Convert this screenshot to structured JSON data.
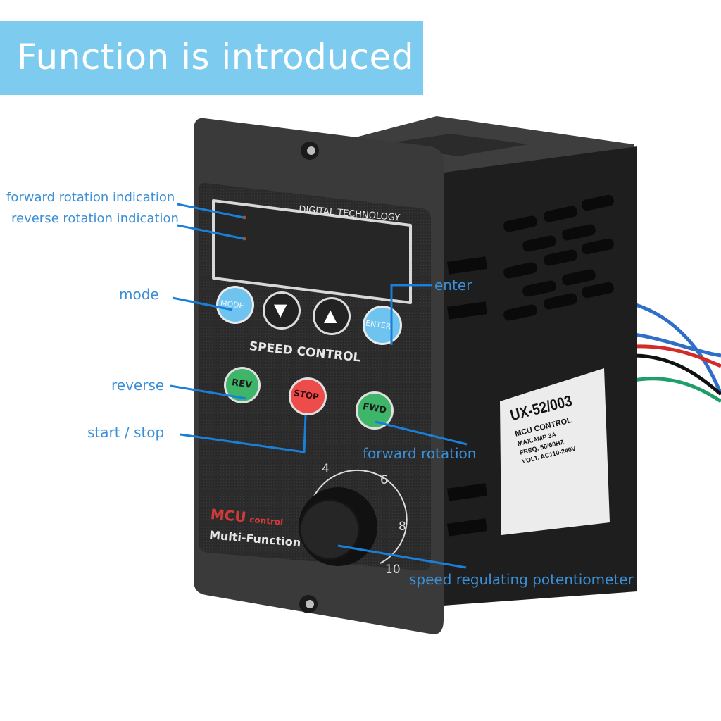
{
  "banner": {
    "title": "Function is introduced",
    "background": "#7ecbf0"
  },
  "device": {
    "panel_header": "DIGITAL TECHNOLOGY",
    "section_label": "SPEED CONTROL",
    "brand_line1": "MCU",
    "brand_line1_suffix": "control",
    "brand_line2": "Multi-Function",
    "buttons": [
      {
        "id": "mode",
        "label": "MODE",
        "color": "#6ec3ef"
      },
      {
        "id": "down",
        "label": "▼",
        "color": "#222222"
      },
      {
        "id": "up",
        "label": "▲",
        "color": "#222222"
      },
      {
        "id": "enter",
        "label": "ENTER",
        "color": "#6ec3ef"
      },
      {
        "id": "rev",
        "label": "REV",
        "color": "#3fb56a"
      },
      {
        "id": "stop",
        "label": "STOP",
        "color": "#ee4b4b"
      },
      {
        "id": "fwd",
        "label": "FWD",
        "color": "#3fb56a"
      }
    ],
    "dial_ticks": [
      "4",
      "6",
      "8",
      "10"
    ],
    "spec_label": {
      "model": "UX-52/003",
      "lines": [
        "MCU CONTROL",
        "MAX.AMP 3A",
        "FREQ. 50/60HZ",
        "VOLT. AC110-240V"
      ]
    },
    "wire_colors": [
      "#2f6fc8",
      "#2f6fc8",
      "#d42a2a",
      "#111111",
      "#1f9e6a"
    ]
  },
  "annotations": {
    "forward_rotation_indication": "forward rotation indication",
    "reverse_rotation_indication": "reverse rotation indication",
    "mode": "mode",
    "enter": "enter",
    "reverse": "reverse",
    "start_stop": "start / stop",
    "forward_rotation": "forward rotation",
    "speed_potentiometer": "speed regulating potentiometer",
    "line_color": "#1a7fd8"
  }
}
